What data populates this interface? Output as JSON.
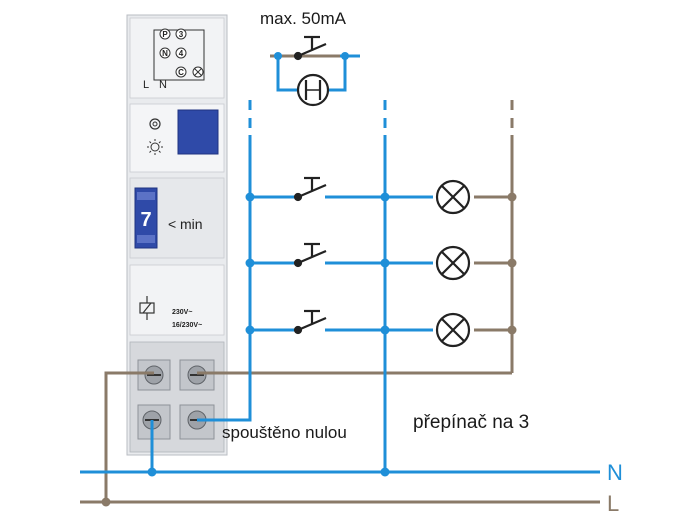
{
  "labels": {
    "max_current": "max. 50mA",
    "triggered": "spouštěno nulou",
    "switch_mode": "přepínač na 3",
    "bus_n": "N",
    "bus_l": "L"
  },
  "device": {
    "term_p": "P",
    "term_3": "3",
    "term_n": "N",
    "term_4": "4",
    "term_c": "C",
    "label_l": "L",
    "label_n": "N",
    "time_setting": "7",
    "time_unit": "min",
    "rating_coil": "230V~",
    "rating_contact": "16/230V~"
  },
  "colors": {
    "neutral_wire": "#1f8fd8",
    "line_wire": "#8a7a68",
    "device_body": "#eceef1",
    "device_button": "#2f4aa8"
  }
}
